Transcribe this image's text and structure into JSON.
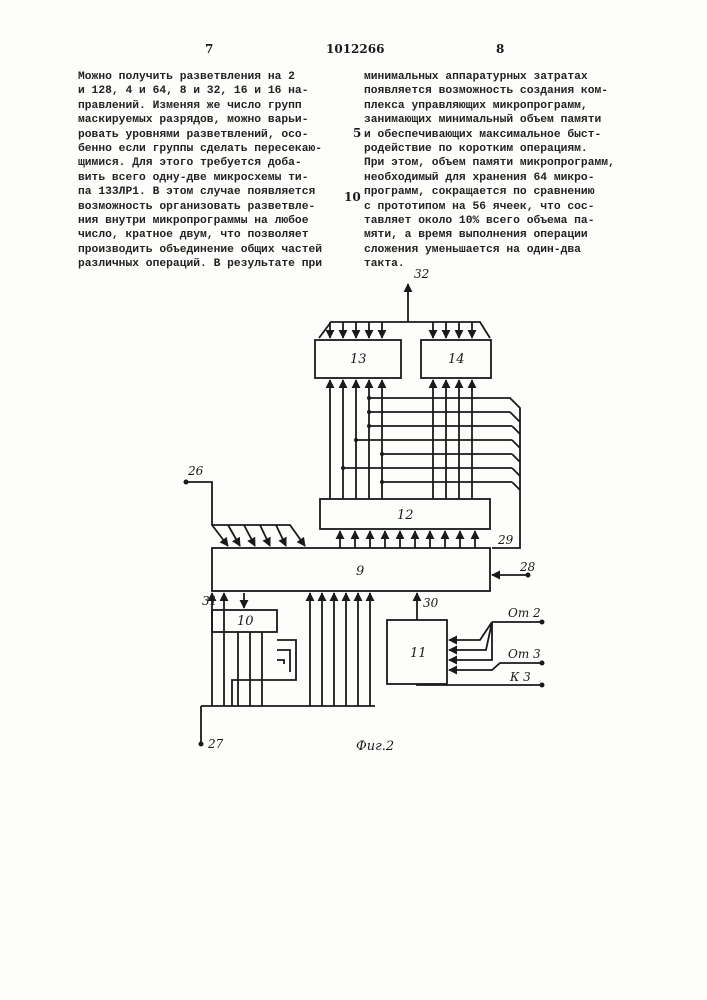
{
  "header": {
    "page_left": "7",
    "patent_number": "1012266",
    "page_right": "8"
  },
  "left_column": [
    "Можно получить разветвления на 2",
    "и 128, 4 и 64, 8 и 32, 16 и 16 на-",
    "правлений. Изменяя же число групп",
    "маскируемых разрядов, можно варьи-",
    "ровать уровнями разветвлений, осо-",
    "бенно если группы сделать пересекаю-",
    "щимися. Для этого требуется доба-",
    "вить всего одну-две микросхемы ти-",
    "па 133ЛР1. В этом случае появляется",
    "возможность организовать разветвле-",
    "ния внутри микропрограммы на любое",
    "число, кратное двум, что позволяет",
    "производить объединение общих частей",
    "различных операций. В результате при"
  ],
  "right_column": [
    "минимальных аппаратурных затратах",
    "появляется возможность создания ком-",
    "плекса управляющих микропрограмм,",
    "занимающих минимальный объем памяти",
    "и обеспечивающих максимальное быст-",
    "родействие по коротким операциям.",
    "При этом, объем памяти микропрограмм,",
    "необходимый для хранения 64 микро-",
    "программ, сокращается по сравнению",
    "с прототипом на 56 ячеек, что сос-",
    "тавляет около 10% всего объема па-",
    "мяти, а время выполнения операции",
    "сложения уменьшается на один-два",
    "такта."
  ],
  "line_numbers": {
    "five": "5",
    "ten": "10"
  },
  "figure": {
    "caption": "Фиг.2",
    "blocks": {
      "b9": "9",
      "b10": "10",
      "b11": "11",
      "b12": "12",
      "b13": "13",
      "b14": "14"
    },
    "labels": {
      "l26": "26",
      "l27": "27",
      "l28": "28",
      "l29": "29",
      "l30": "30",
      "l31": "31",
      "l32": "32",
      "from2": "От 2",
      "from3": "От 3",
      "k3": "К 3"
    }
  }
}
